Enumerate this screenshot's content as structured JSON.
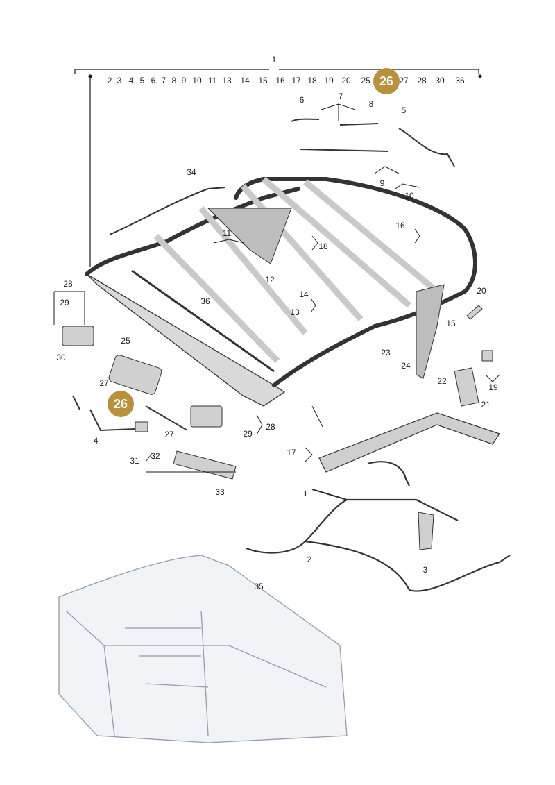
{
  "top_callout": "1",
  "top_numbers": [
    "2",
    "3",
    "4",
    "5",
    "6",
    "7",
    "8",
    "9",
    "10",
    "11",
    "13",
    "14",
    "15",
    "16",
    "17",
    "18",
    "19",
    "20",
    "25",
    "27",
    "28",
    "30",
    "36"
  ],
  "highlighted_part": "26",
  "parts": {
    "p2": "2",
    "p3": "3",
    "p4": "4",
    "p5": "5",
    "p6": "6",
    "p7": "7",
    "p8": "8",
    "p9": "9",
    "p10": "10",
    "p11": "11",
    "p12": "12",
    "p13": "13",
    "p14": "14",
    "p15": "15",
    "p16": "16",
    "p17": "17",
    "p18": "18",
    "p19": "19",
    "p20": "20",
    "p21": "21",
    "p22": "22",
    "p23": "23",
    "p24": "24",
    "p25": "25",
    "p27a": "27",
    "p27b": "27",
    "p28a": "28",
    "p28b": "28",
    "p29a": "29",
    "p29b": "29",
    "p30": "30",
    "p31": "31",
    "p32": "32",
    "p33": "33",
    "p34": "34",
    "p35": "35",
    "p36": "36"
  },
  "colors": {
    "badge": "#b8913a",
    "line": "#1a1a1a",
    "part_fill": "#d4d4d4"
  }
}
